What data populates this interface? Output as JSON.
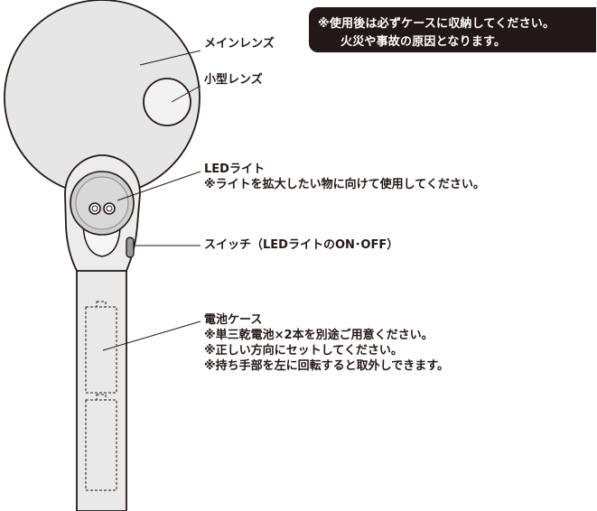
{
  "warning": {
    "line1": "※使用後は必ずケースに収納してください。",
    "line2": "火災や事故の原因となります。"
  },
  "labels": {
    "main_lens": "メインレンズ",
    "small_lens": "小型レンズ",
    "led_light": "LEDライト",
    "led_note": "※ライトを拡大したい物に向けて使用してください。",
    "switch": "スイッチ（LEDライトのON･OFF）",
    "battery_case": "電池ケース",
    "battery_note1": "※単三乾電池×2本を別途ご用意ください。",
    "battery_note2": "※正しい方向にセットしてください。",
    "battery_note3": "※持ち手部を左に回転すると取外しできます。"
  },
  "colors": {
    "ink": "#231815",
    "lens_fill": "#e6e6e6",
    "body_fill": "#ececec"
  }
}
